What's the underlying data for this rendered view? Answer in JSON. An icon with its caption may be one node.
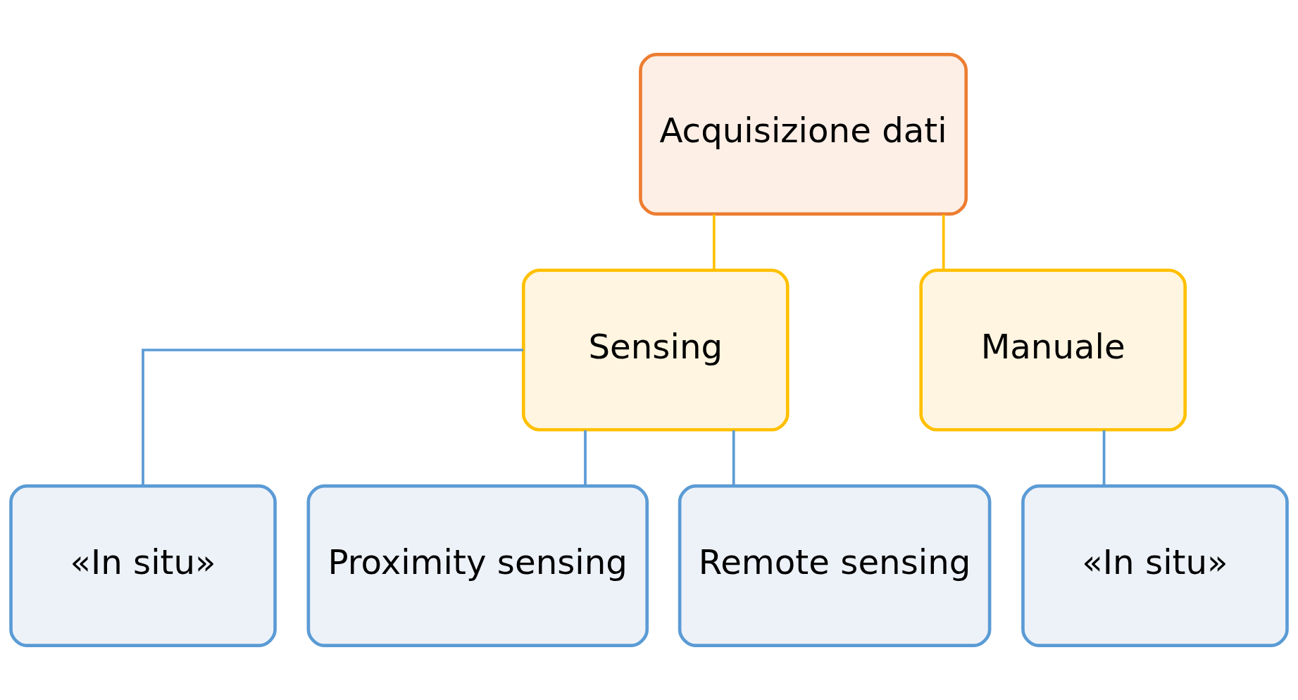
{
  "diagram": {
    "nodes": [
      {
        "text": [
          "Acquisizione dati"
        ]
      },
      {
        "text": [
          "Sensing"
        ]
      },
      {
        "text": [
          "Manuale"
        ]
      },
      {
        "text": [
          "«In situ»"
        ]
      },
      {
        "text": [
          "Proximity sensing"
        ]
      },
      {
        "text": [
          "Remote sensing"
        ]
      },
      {
        "text": [
          "«In situ»"
        ]
      }
    ],
    "edges": [
      {
        "from": 0,
        "to": 1,
        "arrow": "none",
        "color": "#ffc000"
      },
      {
        "from": 0,
        "to": 2,
        "arrow": "none",
        "color": "#ffc000"
      },
      {
        "from": 1,
        "to": 3,
        "arrow": "none",
        "color": "#5b9bd5"
      },
      {
        "from": 1,
        "to": 4,
        "arrow": "none",
        "color": "#5b9bd5"
      },
      {
        "from": 1,
        "to": 5,
        "arrow": "none",
        "color": "#5b9bd5"
      },
      {
        "from": 2,
        "to": 6,
        "arrow": "none",
        "color": "#5b9bd5"
      }
    ]
  }
}
